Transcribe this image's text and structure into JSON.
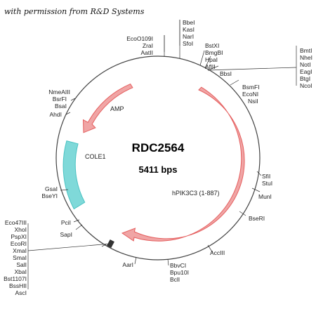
{
  "credit": "with permission from R&D Systems",
  "plasmid": {
    "name": "RDC2564",
    "size": "5411 bps",
    "backbone_color": "#444444"
  },
  "features": {
    "amp": {
      "label": "AMP",
      "color": "#e55f5f",
      "fill": "#f0a5a5"
    },
    "cole1": {
      "label": "COLE1",
      "color": "#49c2c2",
      "fill": "#7fd9d9"
    },
    "insert": {
      "label": "hPIK3C3 (1-887)",
      "color": "#e55f5f",
      "fill": "#f0a5a5"
    }
  },
  "sites": {
    "top_mid": [
      "EcoO109I",
      "ZraI",
      "AatII"
    ],
    "top": [
      "BbeI",
      "KasI",
      "NarI",
      "SfoI"
    ],
    "top_right1": [
      "BstXI",
      "BmgBI",
      "HpaI",
      "AflII"
    ],
    "bbsi": "BbsI",
    "far_right": [
      "BmtI",
      "NheI",
      "NotI",
      "EagI",
      "BtgI",
      "NcoI"
    ],
    "right_upper": [
      "BsmFI",
      "EcoNI",
      "NsiI"
    ],
    "right_mid": [
      "SfiI",
      "StuI"
    ],
    "muni": "MunI",
    "bseri": "BseRI",
    "acciii": "AccIII",
    "bottom": [
      "BbvCI",
      "Bpu10I",
      "BclI"
    ],
    "aari": "AarI",
    "left_top": [
      "NmeAIII",
      "BsrFI",
      "BsaI",
      "AhdI"
    ],
    "left_mid": [
      "GsaI",
      "BseYI"
    ],
    "pcii": "PciI",
    "sapi": "SapI",
    "bottom_left": [
      "Eco47III",
      "XhoI",
      "PspXI",
      "EcoRI",
      "XmaI",
      "SmaI",
      "SalI",
      "XbaI",
      "Bst1107I",
      "BssHII",
      "AscI"
    ]
  }
}
